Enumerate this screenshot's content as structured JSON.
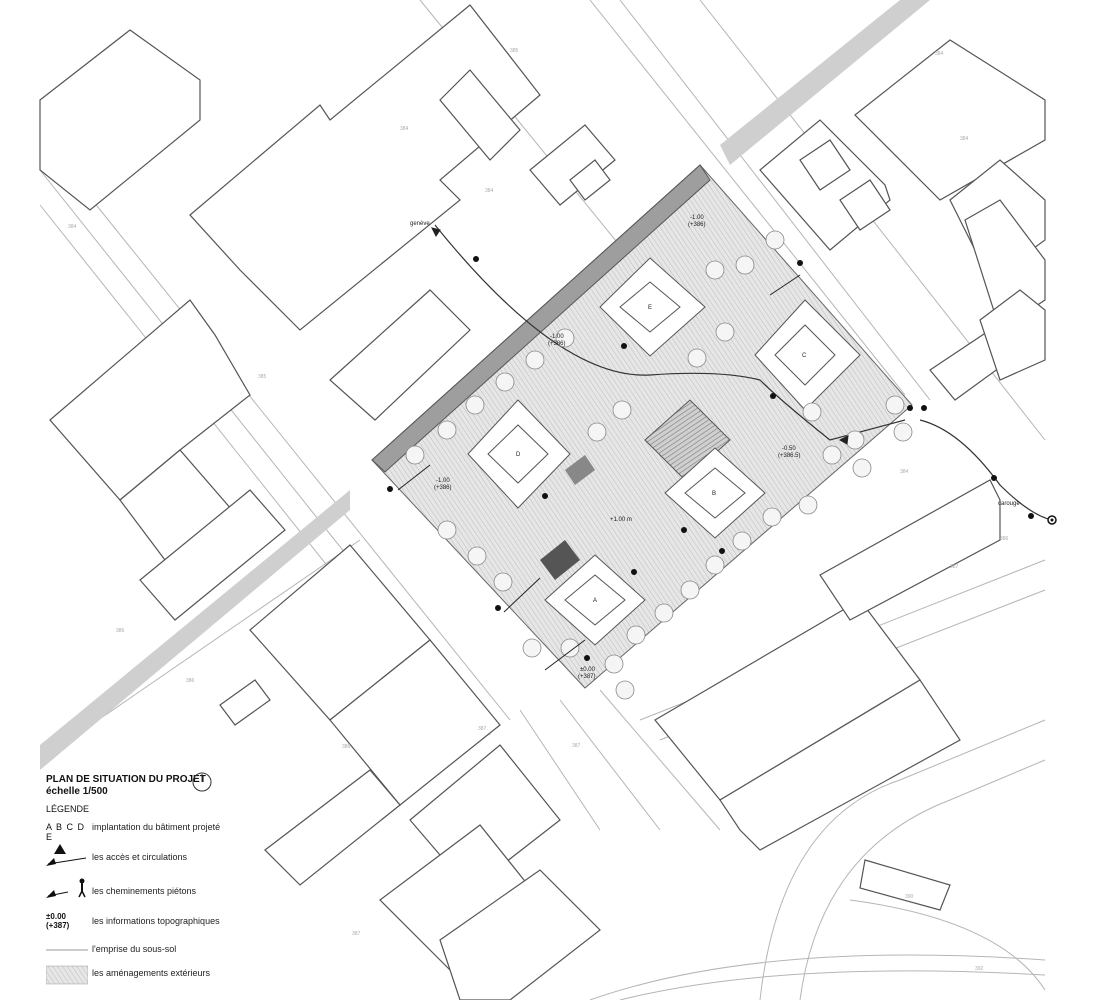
{
  "plan": {
    "buildings": [
      "A",
      "B",
      "C",
      "D",
      "E"
    ],
    "levels": {
      "center": "+1.00 m",
      "top": [
        "-1.00",
        "(+386)"
      ],
      "upper_mid": [
        "-1.00",
        "(+386)"
      ],
      "left": [
        "-1.00",
        "(+386)"
      ],
      "right": [
        "-0.50",
        "(+386.5)"
      ],
      "bottom": [
        "±0.00",
        "(+387)"
      ]
    },
    "directions": {
      "geneve": "genève",
      "carouge": "carouge"
    },
    "altitudes": [
      "385",
      "384",
      "384",
      "384",
      "384",
      "385",
      "386",
      "386",
      "386",
      "386",
      "387",
      "387",
      "387",
      "387",
      "384",
      "384",
      "390",
      "392"
    ]
  },
  "legend": {
    "title": "PLAN DE SITUATION DU PROJET",
    "scale": "échelle 1/500",
    "heading": "LÉGENDE",
    "items": [
      {
        "symbol": "A B C D E",
        "text": "implantation  du bâtiment projeté"
      },
      {
        "symbol": "",
        "text": "les accès et circulations"
      },
      {
        "symbol": "",
        "text": "les cheminements piétons"
      },
      {
        "symbol": "±0.00\n(+387)",
        "text": "les informations topographiques"
      },
      {
        "symbol": "",
        "text": "l'emprise du sous-sol"
      },
      {
        "symbol": "",
        "text": "les aménagements extérieurs"
      }
    ]
  },
  "colors": {
    "paving": "#d9d9d9",
    "wall": "#9e9e9e",
    "line": "#555555"
  }
}
